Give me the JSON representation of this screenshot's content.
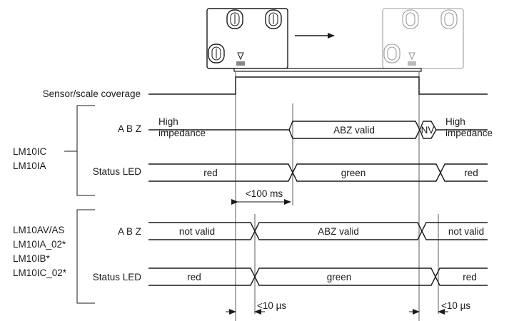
{
  "coverage": {
    "label": "Sensor/scale coverage"
  },
  "group1": {
    "models": [
      "LM10IC",
      "LM10IA"
    ],
    "abz": {
      "label": "A B Z",
      "high_impedance_left": [
        "High",
        "impedance"
      ],
      "valid": "ABZ valid",
      "nv": "NV",
      "high_impedance_right": [
        "High",
        "impedance"
      ]
    },
    "led": {
      "label": "Status LED",
      "red_left": "red",
      "green": "green",
      "red_right": "red"
    },
    "delay": "<100 ms"
  },
  "group2": {
    "models": [
      "LM10AV/AS",
      "LM10IA_02*",
      "LM10IB*",
      "LM10IC_02*"
    ],
    "abz": {
      "label": "A B Z",
      "not_valid_left": "not valid",
      "valid": "ABZ valid",
      "not_valid_right": "not valid"
    },
    "led": {
      "label": "Status LED",
      "red_left": "red",
      "green": "green",
      "red_right": "red"
    },
    "delay_left": "<10 µs",
    "delay_right": "<10 µs"
  }
}
